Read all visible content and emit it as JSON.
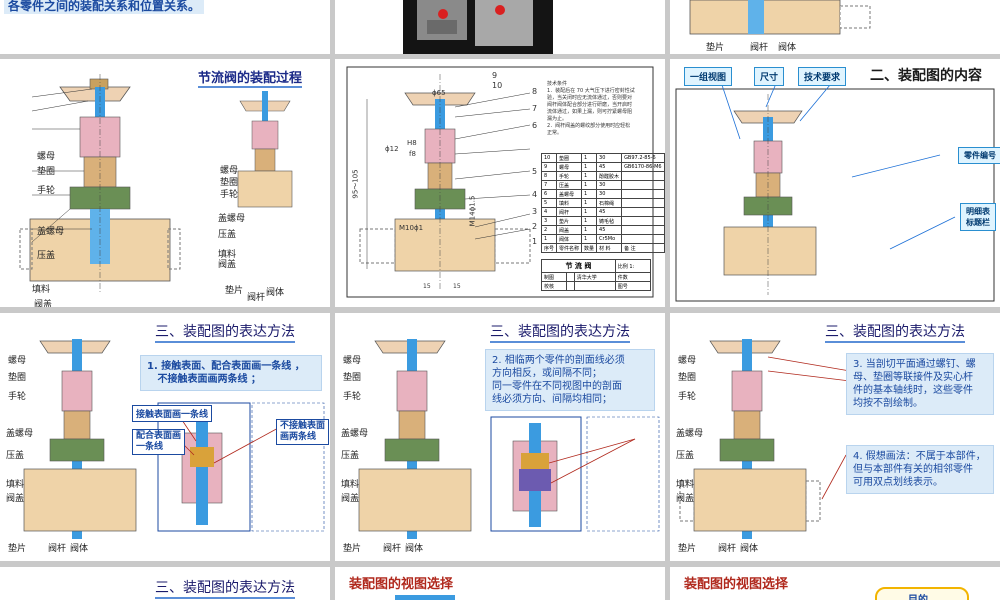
{
  "colors": {
    "accent_blue": "#1b4aa0",
    "pink": "#e8b2bf",
    "tan": "#d9b07a",
    "cyan": "#3b9be0",
    "red": "#b0281c"
  },
  "slides": {
    "s1": {
      "text": "各零件之间的装配关系和位置关系。"
    },
    "s3": {
      "labels": [
        "垫片",
        "阀杆",
        "阀体"
      ]
    },
    "s4": {
      "title": "节流阀的装配过程",
      "labels_main": [
        "螺母",
        "垫圈",
        "手轮",
        "盖螺母",
        "压盖",
        "填料",
        "阀盖",
        "垫片",
        "阀杆",
        "阀体"
      ],
      "labels_mini": [
        "螺母",
        "垫圈",
        "手轮",
        "盖螺母",
        "压盖",
        "填料",
        "阀盖",
        "垫片",
        "阀杆",
        "阀体"
      ]
    },
    "s5": {
      "dims": [
        "9",
        "10",
        "8",
        "7",
        "6",
        "5",
        "4",
        "3",
        "2",
        "1",
        "ϕ65",
        "ϕ12",
        "H8",
        "f8",
        "95～105",
        "M10ϕ1",
        "M14ϕ1.5",
        "15",
        "15"
      ],
      "tech_title": "技术条件",
      "tech_lines": [
        "1．装配后在 70 大气压下进行密封性试",
        "验，当关闭时应无流体通过，否则要对",
        "阀杆阀体配合部分进行研磨，当开启时",
        "流体通过，如果上漏，则可拧紧螺母阻",
        "漏为止。",
        "2．阀杆阀盖的螺纹部分使用时应轻松",
        "正常。"
      ],
      "table_rows": [
        [
          "10",
          "垫圈",
          "1",
          "30",
          "GB97.2-85-6"
        ],
        [
          "9",
          "螺母",
          "1",
          "45",
          "GB6170-86-M6"
        ],
        [
          "8",
          "手轮",
          "1",
          "酚醛胶木",
          ""
        ],
        [
          "7",
          "压盖",
          "1",
          "30",
          ""
        ],
        [
          "6",
          "盖螺母",
          "1",
          "30",
          ""
        ],
        [
          "5",
          "填料",
          "1",
          "石棉绳",
          ""
        ],
        [
          "4",
          "阀杆",
          "1",
          "45",
          ""
        ],
        [
          "3",
          "垫片",
          "1",
          "铸毛毡",
          ""
        ],
        [
          "2",
          "阀盖",
          "1",
          "45",
          ""
        ],
        [
          "1",
          "阀体",
          "1",
          "Cr5Mo",
          ""
        ]
      ],
      "table_header": [
        "序号",
        "零件名称",
        "数量",
        "材 料",
        "备 注"
      ],
      "title_block": {
        "name": "节 流 阀",
        "ratio": "比例 1:",
        "pieces": "件数",
        "drawn": "制图",
        "checked": "校核",
        "school": "清华大学",
        "drawing_no": "图号"
      }
    },
    "s6": {
      "title": "二、装配图的内容",
      "tags": [
        "一组视图",
        "尺寸",
        "技术要求",
        "零件编号",
        "明细表\n标题栏"
      ]
    },
    "s7": {
      "title": "三、装配图的表达方法",
      "note": "1. 接触表面、配合表面画一条线 ，\n   不接触表面画两条线 ；",
      "callouts": [
        "接触表面画一条线",
        "配合表面画\n一条线",
        "不接触表面\n画两条线"
      ],
      "labels": [
        "螺母",
        "垫圈",
        "手轮",
        "盖螺母",
        "压盖",
        "填料",
        "阀盖",
        "垫片",
        "阀杆",
        "阀体"
      ]
    },
    "s8": {
      "title": "三、装配图的表达方法",
      "note": "2. 相临两个零件的剖面线必须\n方向相反，或间隔不同；\n同一零件在不同视图中的剖面\n线必须方向、间隔均相同；",
      "labels": [
        "螺母",
        "垫圈",
        "手轮",
        "盖螺母",
        "压盖",
        "填料",
        "阀盖",
        "垫片",
        "阀杆",
        "阀体"
      ]
    },
    "s9": {
      "title": "三、装配图的表达方法",
      "note3": "3. 当剖切平面通过螺钉、螺\n母、垫圈等联接件及实心杆\n件的基本轴线时，这些零件\n均按不剖绘制。",
      "note4": "4. 假想画法：不属于本部件，\n但与本部件有关的相邻零件\n可用双点划线表示。",
      "labels": [
        "螺母",
        "垫圈",
        "手轮",
        "盖螺母",
        "压盖",
        "填料",
        "阀盖",
        "垫片",
        "阀杆",
        "阀体"
      ]
    },
    "s10": {
      "title": "三、装配图的表达方法"
    },
    "s11": {
      "title": "装配图的视图选择"
    },
    "s12": {
      "title": "装配图的视图选择",
      "badge": "目的"
    }
  }
}
